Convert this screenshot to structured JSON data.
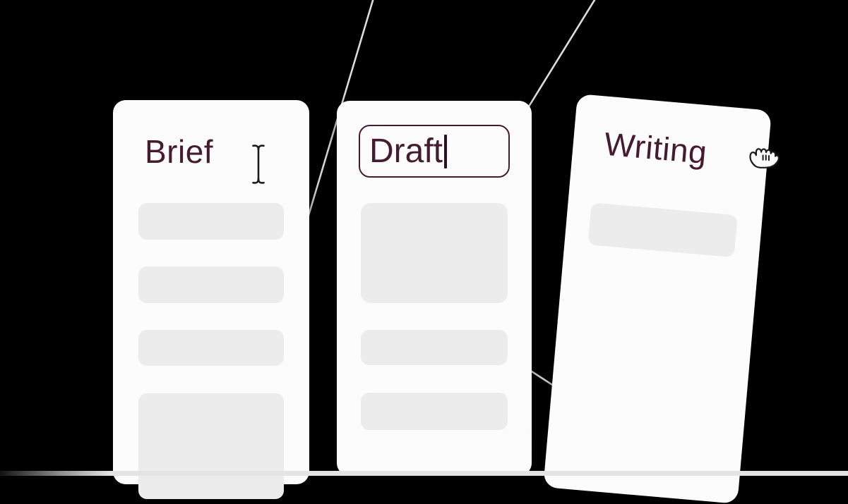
{
  "canvas": {
    "description": "dark node canvas with three workflow cards connected by wires"
  },
  "colors": {
    "bg": "#000000",
    "card": "#fdfcfd",
    "accent": "#451b2e",
    "placeholder": "#edecec",
    "line": "#dcdcdc",
    "strip": "#e6e3e6",
    "caret": "#2f0f1f",
    "cursor-ink": "#1b1b1b"
  },
  "cards": [
    {
      "title": "Brief",
      "cursor_icon": "text-cursor-icon",
      "placeholder_blocks": 4
    },
    {
      "input_value": "Draft",
      "caret_visible": true,
      "placeholder_blocks": 3
    },
    {
      "title": "Writing",
      "cursor_icon": "grab-cursor-icon",
      "placeholder_blocks": 1
    }
  ],
  "connectors": {
    "count": 3
  }
}
